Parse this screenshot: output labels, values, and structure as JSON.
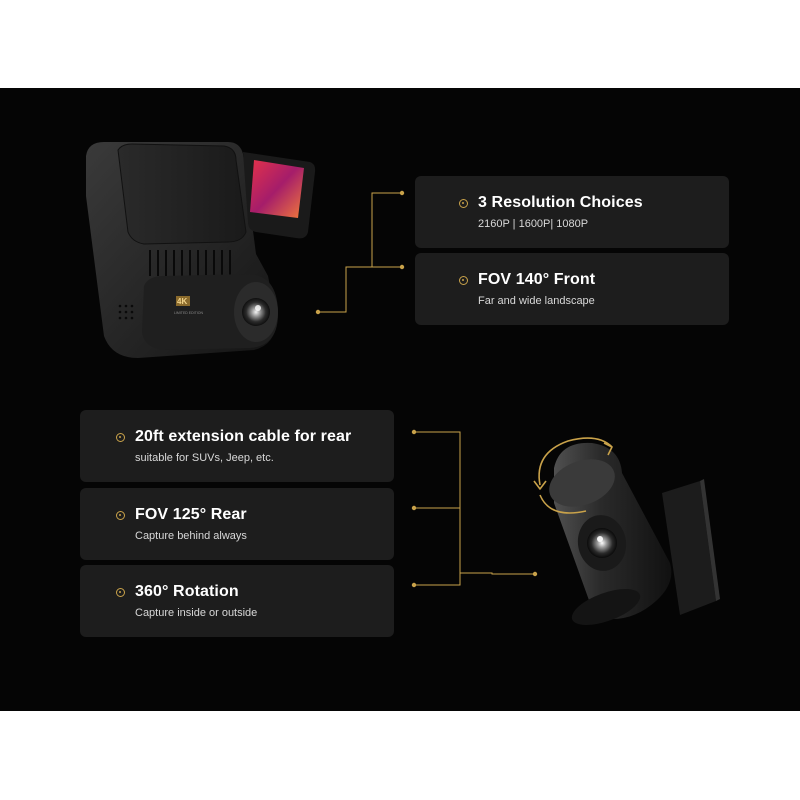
{
  "front_camera": {
    "features": [
      {
        "title": "3 Resolution Choices",
        "subtitle": "2160P | 1600P| 1080P"
      },
      {
        "title": "FOV 140°  Front",
        "subtitle": "Far and wide landscape"
      }
    ],
    "badge": "4K",
    "badge_caption": "LIMITED EDITION"
  },
  "rear_camera": {
    "features": [
      {
        "title": "20ft extension cable for rear",
        "subtitle": "suitable for SUVs, Jeep, etc."
      },
      {
        "title": "FOV 125° Rear",
        "subtitle": "Capture behind always"
      },
      {
        "title": "360° Rotation",
        "subtitle": "Capture inside or outside"
      }
    ]
  },
  "colors": {
    "background": "#050505",
    "card": "#1d1d1d",
    "accent_gold": "#c9a24a",
    "title_text": "#ffffff",
    "subtitle_text": "#d8d8d8"
  },
  "icons": [
    "circle-marker-icon",
    "rotation-arrows-icon"
  ]
}
